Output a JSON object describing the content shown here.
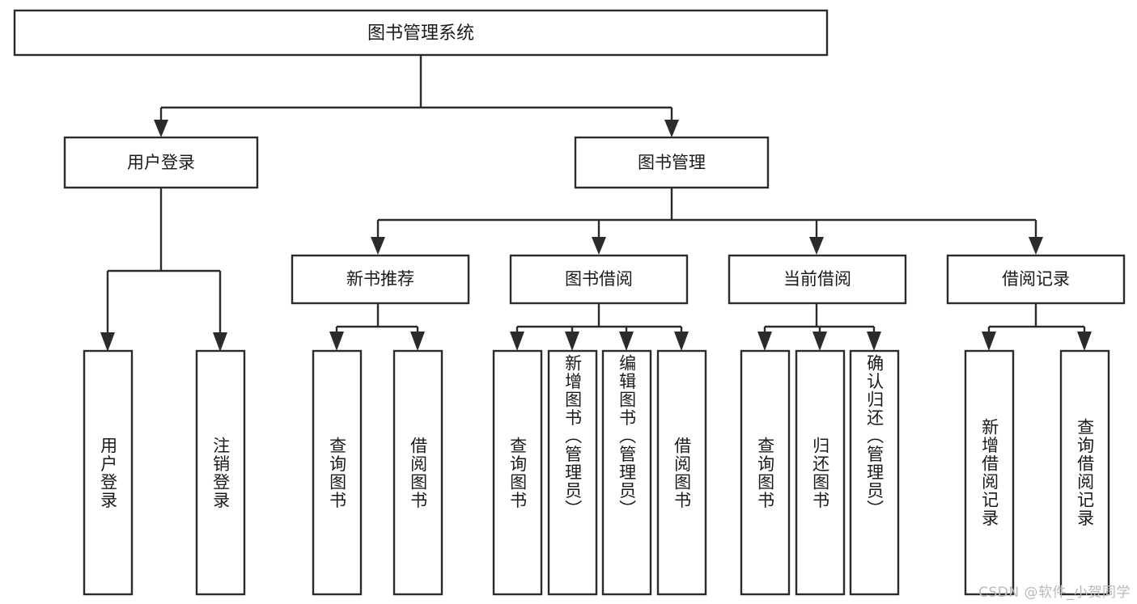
{
  "diagram": {
    "type": "tree-hierarchy-flowchart",
    "title": "图书管理系统",
    "watermark": "CSDN @软件_小贺同学",
    "colors": {
      "box_stroke": "#2b2b2b",
      "box_fill": "#ffffff",
      "text": "#1a1a1a",
      "connector": "#2b2b2b",
      "background": "#ffffff",
      "watermark": "#b9b9b9"
    },
    "levels": {
      "root": {
        "label": "图书管理系统",
        "orientation": "horizontal"
      },
      "level2": [
        {
          "label": "用户登录",
          "orientation": "horizontal"
        },
        {
          "label": "图书管理",
          "orientation": "horizontal"
        }
      ],
      "level3": [
        {
          "label": "新书推荐",
          "orientation": "horizontal",
          "parent": "图书管理"
        },
        {
          "label": "图书借阅",
          "orientation": "horizontal",
          "parent": "图书管理"
        },
        {
          "label": "当前借阅",
          "orientation": "horizontal",
          "parent": "图书管理"
        },
        {
          "label": "借阅记录",
          "orientation": "horizontal",
          "parent": "图书管理"
        }
      ],
      "leaves": [
        {
          "label": "用户登录",
          "orientation": "vertical",
          "parent": "用户登录"
        },
        {
          "label": "注销登录",
          "orientation": "vertical",
          "parent": "用户登录"
        },
        {
          "label": "查询图书",
          "orientation": "vertical",
          "parent": "新书推荐"
        },
        {
          "label": "借阅图书",
          "orientation": "vertical",
          "parent": "新书推荐"
        },
        {
          "label": "查询图书",
          "orientation": "vertical",
          "parent": "图书借阅"
        },
        {
          "label": "新增图书（管理员）",
          "orientation": "vertical",
          "parent": "图书借阅"
        },
        {
          "label": "编辑图书（管理员）",
          "orientation": "vertical",
          "parent": "图书借阅"
        },
        {
          "label": "借阅图书",
          "orientation": "vertical",
          "parent": "图书借阅"
        },
        {
          "label": "查询图书",
          "orientation": "vertical",
          "parent": "当前借阅"
        },
        {
          "label": "归还图书",
          "orientation": "vertical",
          "parent": "当前借阅"
        },
        {
          "label": "确认归还（管理员）",
          "orientation": "vertical",
          "parent": "当前借阅"
        },
        {
          "label": "新增借阅记录",
          "orientation": "vertical",
          "parent": "借阅记录"
        },
        {
          "label": "查询借阅记录",
          "orientation": "vertical",
          "parent": "借阅记录"
        }
      ]
    }
  }
}
